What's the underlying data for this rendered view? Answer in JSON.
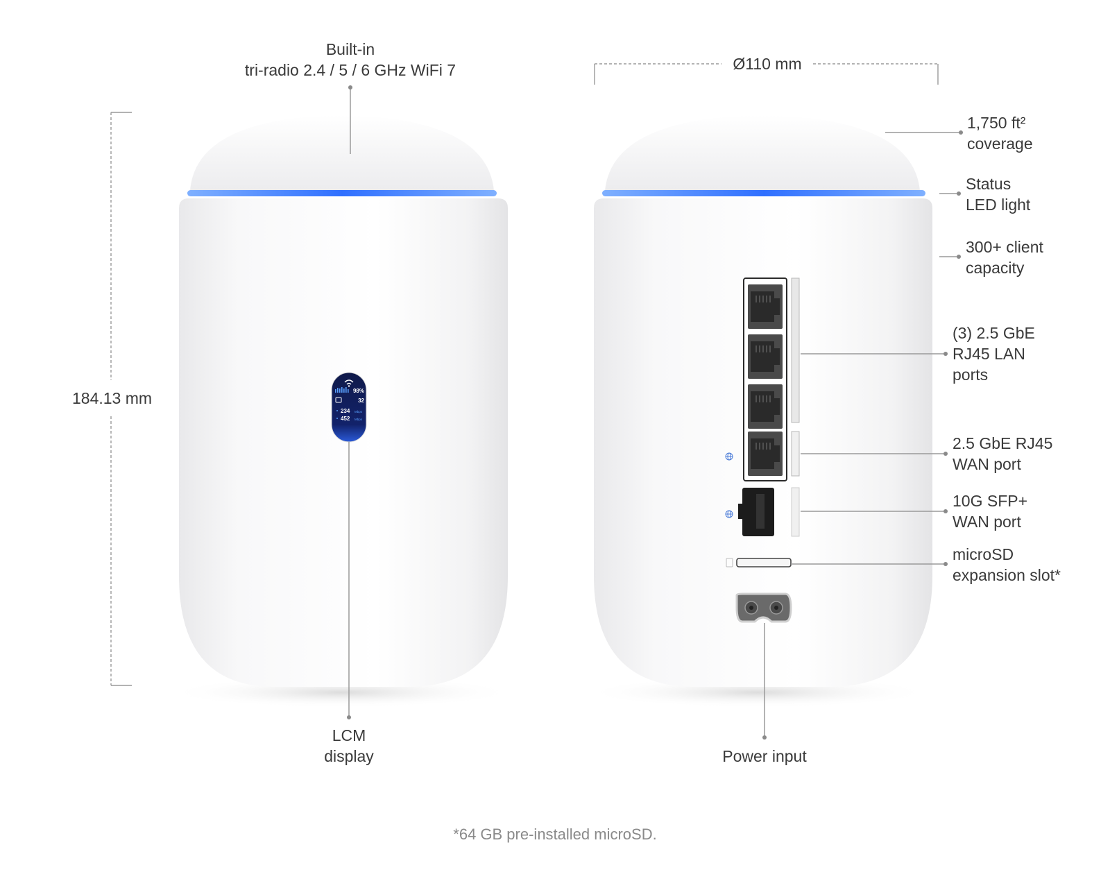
{
  "front_unit": {
    "wifi_label": [
      "Built-in",
      "tri-radio 2.4 / 5 / 6 GHz WiFi 7"
    ],
    "height_dimension": "184.13 mm",
    "display_label": [
      "LCM",
      "display"
    ],
    "screen": {
      "percent": "98%",
      "clients": "32",
      "upload": "234",
      "download": "452",
      "unit": "Mbps"
    }
  },
  "rear_unit": {
    "diameter_dimension": "Ø110 mm",
    "power_label": "Power input"
  },
  "callouts": [
    {
      "id": "coverage",
      "lines": [
        "1,750 ft²",
        "coverage"
      ]
    },
    {
      "id": "status-led",
      "lines": [
        "Status",
        "LED light"
      ]
    },
    {
      "id": "client-capacity",
      "lines": [
        "300+ client",
        "capacity"
      ]
    },
    {
      "id": "lan-ports",
      "lines": [
        "(3) 2.5 GbE",
        "RJ45 LAN",
        "ports"
      ]
    },
    {
      "id": "wan-port",
      "lines": [
        "2.5 GbE RJ45",
        "WAN port"
      ]
    },
    {
      "id": "sfp-port",
      "lines": [
        "10G SFP+",
        "WAN port"
      ]
    },
    {
      "id": "microsd-slot",
      "lines": [
        "microSD",
        "expansion slot*"
      ]
    }
  ],
  "footnote": "*64 GB pre-installed microSD.",
  "colors": {
    "led_blue": "#3a7bff",
    "body_white": "#fafafa",
    "leader_line": "#9a9a9a",
    "screen_bg": "#0d1a5a"
  }
}
